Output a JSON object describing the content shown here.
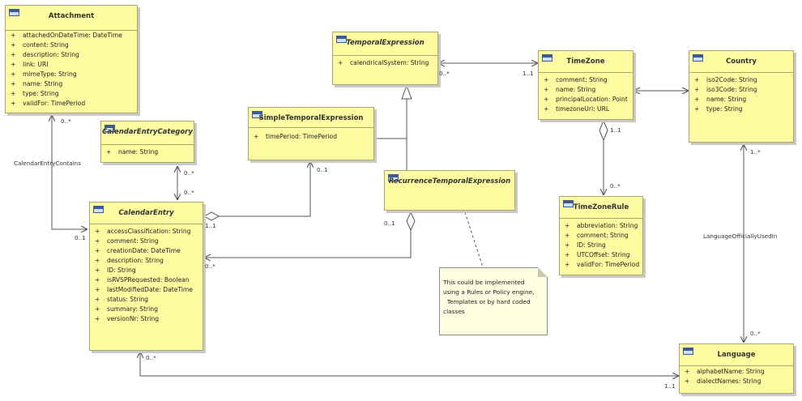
{
  "classes": {
    "attachment": {
      "name": "Attachment",
      "attrs": [
        {
          "vis": "+",
          "text": "attachedOnDateTime: DateTime"
        },
        {
          "vis": "+",
          "text": "content: String"
        },
        {
          "vis": "+",
          "text": "description: String"
        },
        {
          "vis": "+",
          "text": "link: URI"
        },
        {
          "vis": "+",
          "text": "mimeType: String"
        },
        {
          "vis": "+",
          "text": "name: String"
        },
        {
          "vis": "+",
          "text": "type: String"
        },
        {
          "vis": "+",
          "text": "validFor: TimePeriod"
        }
      ]
    },
    "calendar_entry_category": {
      "name": "CalendarEntryCategory",
      "attrs": [
        {
          "vis": "+",
          "text": "name: String"
        }
      ]
    },
    "temporal_expression": {
      "name": "TemporalExpression",
      "attrs": [
        {
          "vis": "+",
          "text": "calendricalSystem: String"
        }
      ]
    },
    "simple_temporal_expression": {
      "name": "SimpleTemporalExpression",
      "attrs": [
        {
          "vis": "+",
          "text": "timePeriod: TimePeriod"
        }
      ]
    },
    "recurrence_temporal_expression": {
      "name": "RecurrenceTemporalExpression",
      "attrs": []
    },
    "time_zone": {
      "name": "TimeZone",
      "attrs": [
        {
          "vis": "+",
          "text": "comment: String"
        },
        {
          "vis": "+",
          "text": "name: String"
        },
        {
          "vis": "+",
          "text": "principalLocation: Point"
        },
        {
          "vis": "+",
          "text": "timezoneUrl: URL"
        }
      ]
    },
    "country": {
      "name": "Country",
      "attrs": [
        {
          "vis": "+",
          "text": "iso2Code: String"
        },
        {
          "vis": "+",
          "text": "iso3Code: String"
        },
        {
          "vis": "+",
          "text": "name: String"
        },
        {
          "vis": "+",
          "text": "type: String"
        }
      ]
    },
    "time_zone_rule": {
      "name": "TimeZoneRule",
      "attrs": [
        {
          "vis": "+",
          "text": "abbreviation: String"
        },
        {
          "vis": "+",
          "text": "comment: String"
        },
        {
          "vis": "+",
          "text": "ID: String"
        },
        {
          "vis": "+",
          "text": "UTCOffset: String"
        },
        {
          "vis": "+",
          "text": "validFor: TimePeriod"
        }
      ]
    },
    "calendar_entry": {
      "name": "CalendarEntry",
      "attrs": [
        {
          "vis": "+",
          "text": "accessClassification: String"
        },
        {
          "vis": "+",
          "text": "comment: String"
        },
        {
          "vis": "+",
          "text": "creationDate: DateTime"
        },
        {
          "vis": "+",
          "text": "description: String"
        },
        {
          "vis": "+",
          "text": "ID: String"
        },
        {
          "vis": "+",
          "text": "isRVSPRequested: Boolean"
        },
        {
          "vis": "+",
          "text": "lastModifiedDate: DateTime"
        },
        {
          "vis": "+",
          "text": "status: String"
        },
        {
          "vis": "+",
          "text": "summary: String"
        },
        {
          "vis": "+",
          "text": "versionNr: String"
        }
      ]
    },
    "language": {
      "name": "Language",
      "attrs": [
        {
          "vis": "+",
          "text": "alphabetName: String"
        },
        {
          "vis": "+",
          "text": "dialectNames: String"
        }
      ]
    }
  },
  "associations": {
    "attachment_ce": {
      "name": "CalendarEntryContains",
      "end1": "0..*",
      "end2": "0..1"
    },
    "category_ce": {
      "end1": "0..*",
      "end2": "0..*"
    },
    "simple_ce": {
      "end1": "0..1",
      "end2": "1..1"
    },
    "recur_ce": {
      "end1": "0..1",
      "end2": "0..*"
    },
    "temporal_tz": {
      "end1": "0..*",
      "end2": "1..1"
    },
    "tz_rule": {
      "end1": "1..1",
      "end2": "0..*"
    },
    "country_language": {
      "name": "LanguageOfficiallyUsedIn",
      "end1": "1..*",
      "end2": "0..*"
    },
    "ce_language": {
      "end1": "0..*",
      "end2": "1..1"
    }
  },
  "note": {
    "lines": [
      "This could be implemented",
      "using a Rules or Policy engine,",
      "  Templates or by hard coded",
      "classes"
    ]
  }
}
